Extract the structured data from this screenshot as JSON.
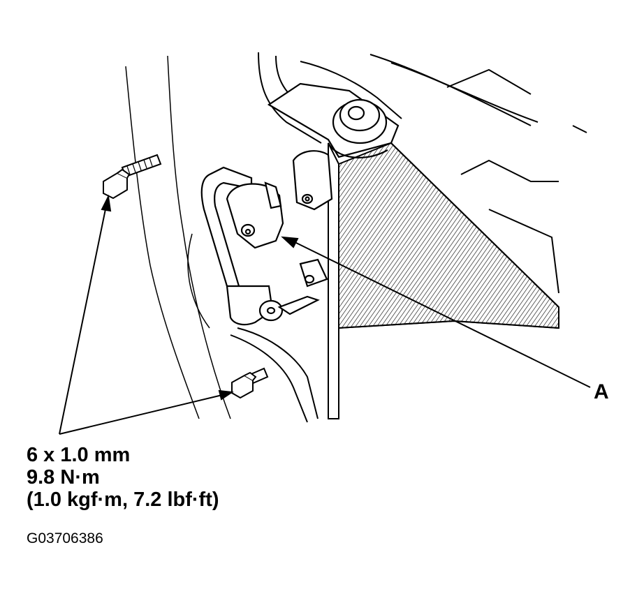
{
  "callout": {
    "label": "A"
  },
  "bolt_spec": {
    "size": "6 x 1.0 mm",
    "torque_nm": "9.8 N·m",
    "torque_alt": "(1.0 kgf·m, 7.2 lbf·ft)"
  },
  "figure_id": "G03706386",
  "colors": {
    "ink": "#000000",
    "paper": "#ffffff"
  }
}
